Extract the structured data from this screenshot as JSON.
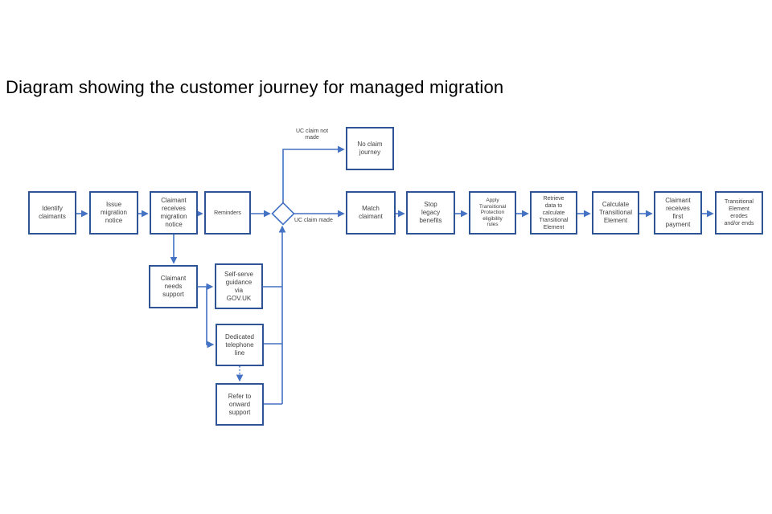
{
  "page": {
    "title": "Diagram showing the customer journey for managed migration"
  },
  "colors": {
    "box_border": "#2F5496",
    "connector": "#4472C4",
    "text": "#404040",
    "background": "#FFFFFF"
  },
  "diagram": {
    "nodes": {
      "identify": {
        "label": "Identify\nclaimants"
      },
      "issue_notice": {
        "label": "Issue\nmigration\nnotice"
      },
      "receives_notice": {
        "label": "Claimant\nreceives\nmigration\nnotice"
      },
      "reminders": {
        "label": "Reminders"
      },
      "no_claim": {
        "label": "No claim\njourney"
      },
      "match_claimant": {
        "label": "Match\nclaimant"
      },
      "stop_legacy": {
        "label": "Stop\nlegacy\nbenefits"
      },
      "apply_tp": {
        "label": "Apply\nTransitional\nProtection\neligibility\nrules"
      },
      "retrieve_data": {
        "label": "Retrieve\ndata to\ncalculate\nTransitional\nElement"
      },
      "calculate_te": {
        "label": "Calculate\nTransitional\nElement"
      },
      "first_payment": {
        "label": "Claimant\nreceives\nfirst\npayment"
      },
      "te_erodes": {
        "label": "Transitional\nElement\nerodes\nand/or ends"
      },
      "needs_support": {
        "label": "Claimant\nneeds\nsupport"
      },
      "self_serve": {
        "label": "Self-serve\nguidance\nvia\nGOV.UK"
      },
      "phone_line": {
        "label": "Dedicated\ntelephone\nline"
      },
      "onward_support": {
        "label": "Refer to\nonward\nsupport"
      }
    },
    "edge_labels": {
      "uc_claim_not_made": "UC claim not\nmade",
      "uc_claim_made": "UC claim made"
    }
  }
}
